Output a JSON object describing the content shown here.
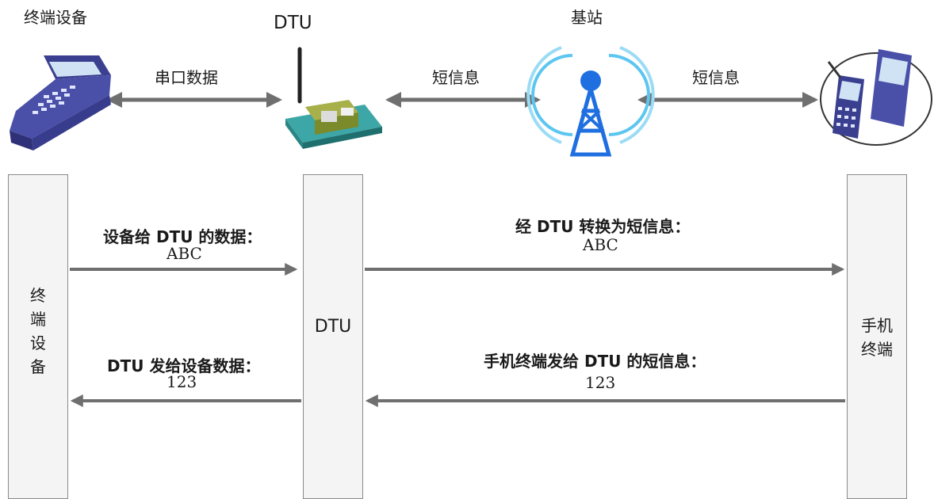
{
  "top": {
    "terminal_label": "终端设备",
    "dtu_label": "DTU",
    "base_station_label": "基站",
    "link_serial": "串口数据",
    "link_sms_1": "短信息",
    "link_sms_2": "短信息"
  },
  "lanes": {
    "terminal": [
      "终",
      "端",
      "设",
      "备"
    ],
    "dtu": "DTU",
    "phone": [
      "手机",
      "终端"
    ]
  },
  "messages": {
    "m1_title": "设备给 DTU 的数据：",
    "m1_value": "ABC",
    "m2_title": "经 DTU 转换为短信息：",
    "m2_value": "ABC",
    "m3_title": "DTU 发给设备数据：",
    "m3_value": "123",
    "m4_title": "手机终端发给 DTU 的短信息：",
    "m4_value": "123"
  },
  "colors": {
    "arrow": "#6f6f6f",
    "lane_fill": "#f4f4f4",
    "tower_blue": "#1f6fe0",
    "signal_blue": "#5cc6f0"
  },
  "icons": [
    "handheld-terminal-icon",
    "dtu-device-icon",
    "base-station-icon",
    "mobile-phone-icon"
  ]
}
